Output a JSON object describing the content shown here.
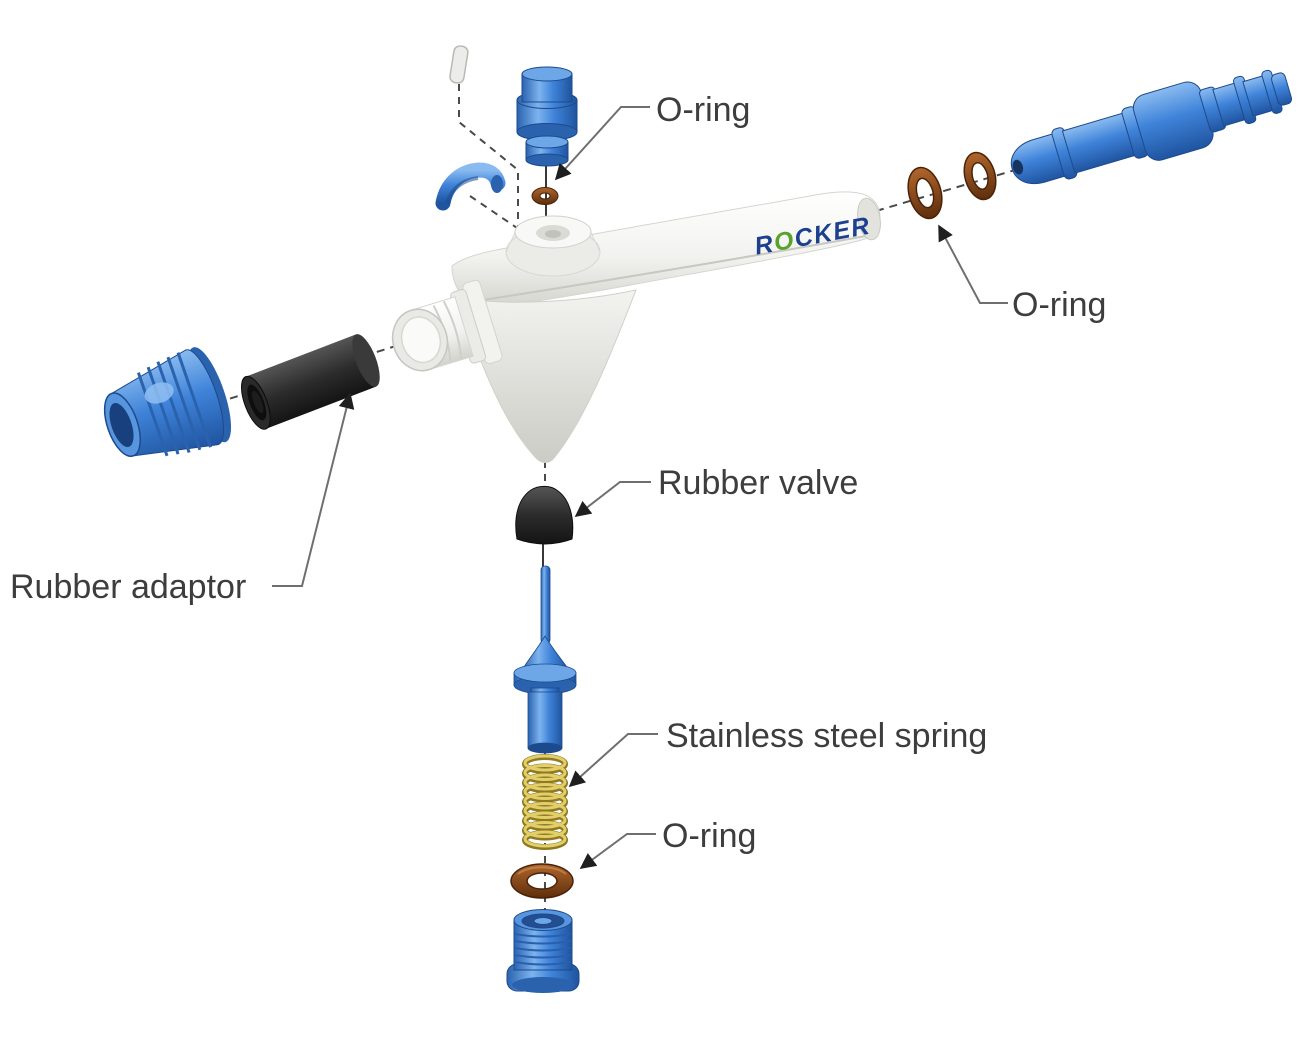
{
  "diagram": {
    "kind": "exploded-parts-diagram",
    "labels": {
      "o_ring_top": "O-ring",
      "o_ring_right": "O-ring",
      "rubber_valve": "Rubber valve",
      "rubber_adaptor": "Rubber adaptor",
      "stainless_steel_spring": "Stainless steel spring",
      "o_ring_bottom": "O-ring"
    },
    "logo": {
      "r": "R",
      "o": "O",
      "cker": "CKER"
    },
    "colors": {
      "part_blue": "#3f83d9",
      "part_blue_light": "#7db3ee",
      "part_blue_dark": "#1f54a0",
      "body_white": "#f2f2ef",
      "body_shadow": "#cfcfc9",
      "rubber_black": "#2c2c2c",
      "o_ring_brown": "#9a5020",
      "spring_gold": "#cdb54a",
      "label_text": "#3d3d3d",
      "leader_line": "#6f6f6f",
      "logo_navy": "#1d3f8f",
      "logo_green": "#58a32e",
      "background": "#ffffff"
    }
  }
}
